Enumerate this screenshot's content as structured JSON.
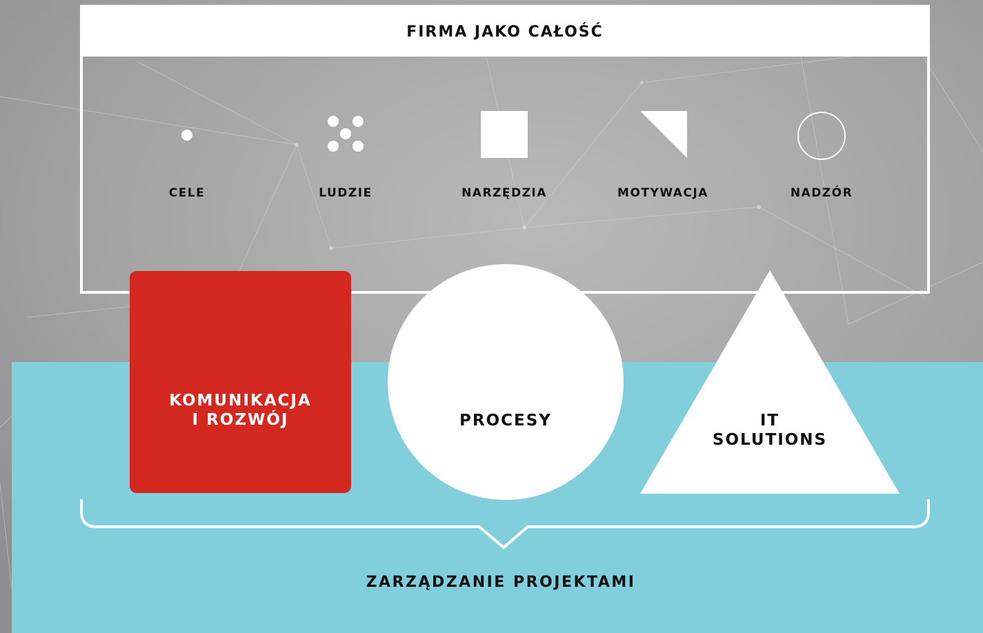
{
  "header": {
    "title": "FIRMA JAKO CAŁOŚĆ"
  },
  "pillars": [
    {
      "label": "CELE",
      "icon": "dot-icon"
    },
    {
      "label": "LUDZIE",
      "icon": "dots-cluster-icon"
    },
    {
      "label": "NARZĘDZIA",
      "icon": "square-icon"
    },
    {
      "label": "MOTYWACJA",
      "icon": "right-triangle-icon"
    },
    {
      "label": "NADZÓR",
      "icon": "circle-outline-icon"
    }
  ],
  "shapes": {
    "square": {
      "label": "KOMUNIKACJA\nI ROZWÓJ",
      "color": "#d3281f"
    },
    "circle": {
      "label": "PROCESY"
    },
    "triangle": {
      "label": "IT\nSOLUTIONS"
    }
  },
  "footer": {
    "label": "ZARZĄDZANIE  PROJEKTAMI"
  },
  "colors": {
    "background": "#9e9e9e",
    "panel": "#81cedc",
    "accent": "#d3281f",
    "white": "#ffffff",
    "text": "#111111"
  }
}
